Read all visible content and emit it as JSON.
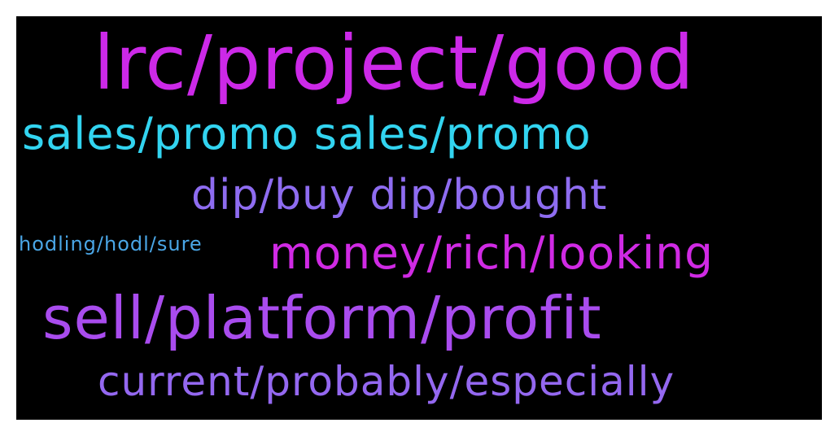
{
  "wordcloud": {
    "background_color": "#000000",
    "words": [
      {
        "text": "lrc/project/good",
        "color": "#cc29e8"
      },
      {
        "text": "sales/promo sales/promo",
        "color": "#32d4f0"
      },
      {
        "text": "dip/buy dip/bought",
        "color": "#8e6cf0"
      },
      {
        "text": "hodling/hodl/sure",
        "color": "#4aa6e6"
      },
      {
        "text": "money/rich/looking",
        "color": "#d02ae4"
      },
      {
        "text": "sell/platform/profit",
        "color": "#a94cee"
      },
      {
        "text": "current/probably/especially",
        "color": "#9468f0"
      }
    ]
  }
}
